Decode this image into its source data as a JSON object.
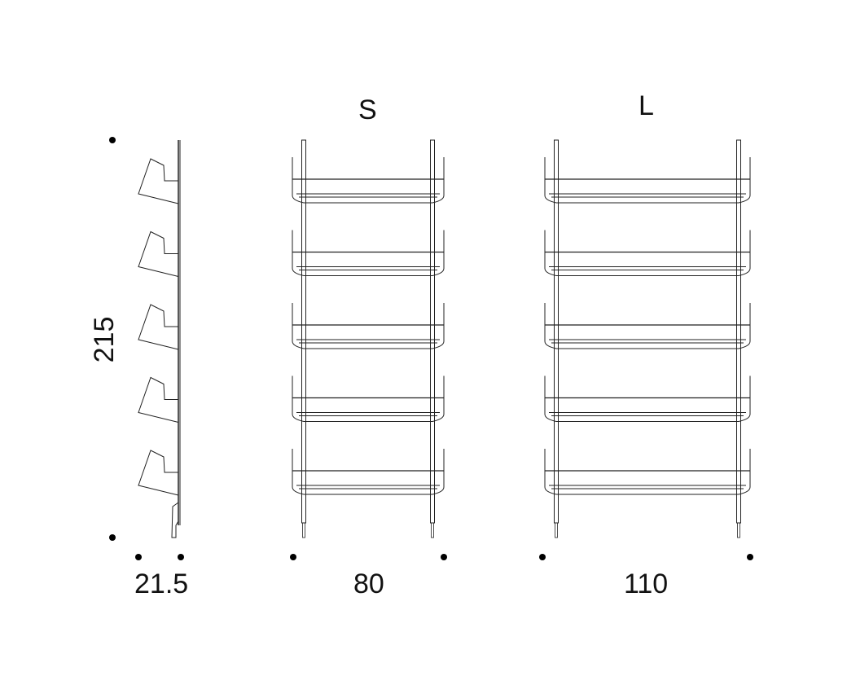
{
  "labels": {
    "model_s": "S",
    "model_l": "L",
    "height": "215",
    "depth": "21.5",
    "width_s": "80",
    "width_l": "110"
  },
  "shelf_count": 5,
  "line_color": "#222222"
}
